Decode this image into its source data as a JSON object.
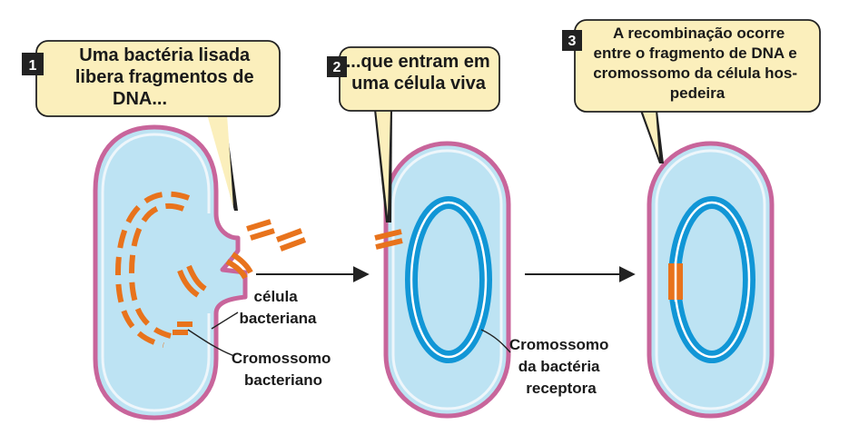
{
  "step1": {
    "number": "1",
    "lines": [
      "Uma bactéria lisada",
      "libera fragmentos de",
      "DNA..."
    ]
  },
  "step2": {
    "number": "2",
    "lines": [
      "...que entram em",
      "uma célula viva"
    ]
  },
  "step3": {
    "number": "3",
    "lines": [
      "A recombinação ocorre",
      "entre o fragmento de DNA e",
      "cromossomo da célula hos-",
      "pedeira"
    ]
  },
  "labels": {
    "cell_label": [
      "célula",
      "bacteriana"
    ],
    "chromosome_label": [
      "Cromossomo",
      "bacteriano"
    ],
    "recipient_label": [
      "Cromossomo",
      "da bactéria",
      "receptora"
    ]
  },
  "colors": {
    "cell_fill": "#bde3f3",
    "cell_border": "#c8659b",
    "dna_fragment": "#e8731c",
    "chromosome": "#1196d6",
    "callout_fill": "#fbefbc"
  }
}
